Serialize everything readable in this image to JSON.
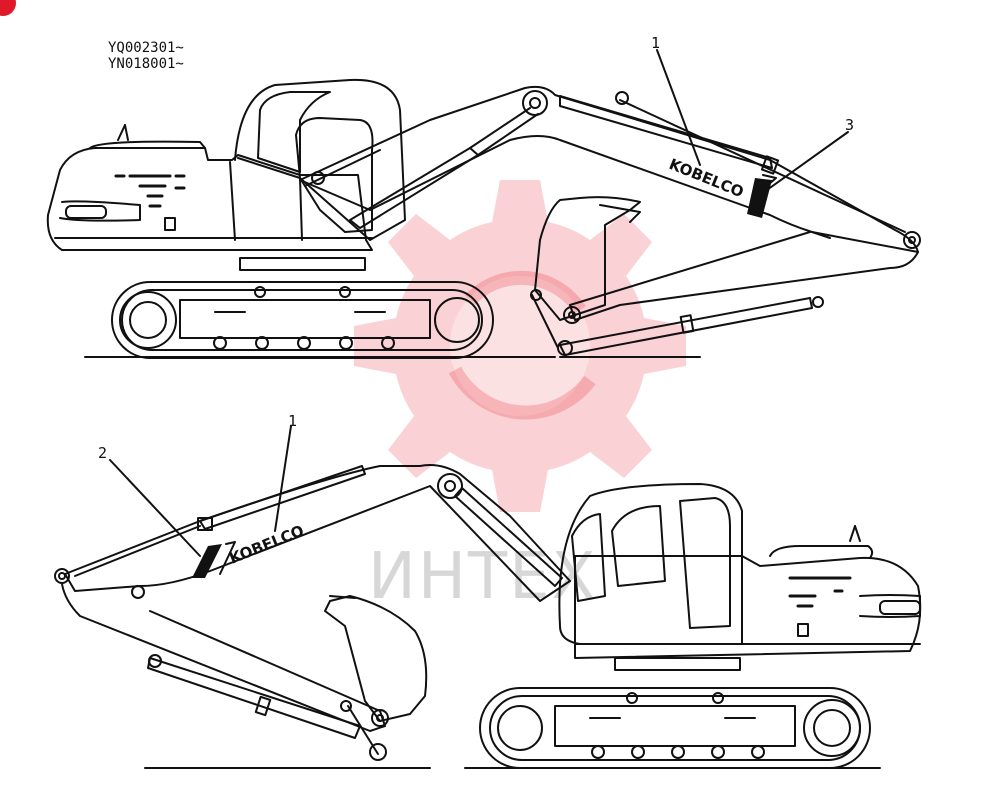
{
  "serials": [
    "YQ002301~",
    "YN018001~"
  ],
  "callouts": {
    "top_1": "1",
    "top_3": "3",
    "bottom_1": "1",
    "bottom_2": "2"
  },
  "decal_text_top": "KOBELCO",
  "decal_text_bottom": "KOBELCO",
  "watermark_text": "ИНТЕХ",
  "colors": {
    "ink": "#111111",
    "watermark": "#e8343f",
    "corner": "#e0192a"
  }
}
